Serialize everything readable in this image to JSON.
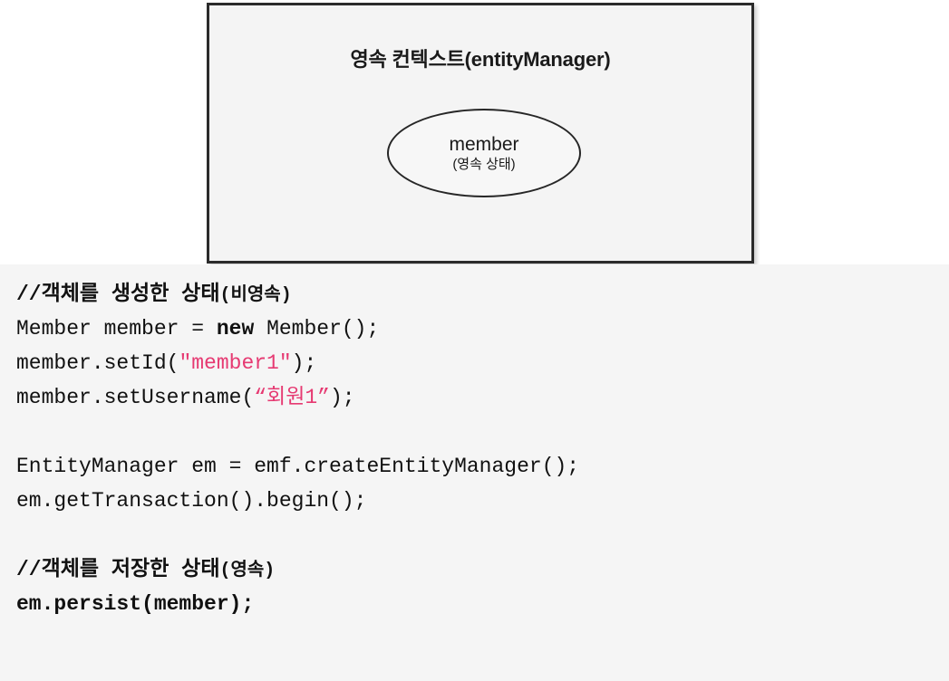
{
  "diagram": {
    "box_title": "영속 컨텍스트(entityManager)",
    "entity": {
      "name": "member",
      "state": "(영속 상태)"
    },
    "colors": {
      "box_border": "#2b2b2b",
      "box_fill": "#f4f4f4",
      "ellipse_border": "#262626"
    }
  },
  "code": {
    "background": "#f5f5f5",
    "string_color": "#e63a72",
    "lines": [
      {
        "id": "line-comment-1",
        "kind": "comment",
        "text": "//객체를 생성한 상태(비영속)",
        "segments": [
          {
            "type": "comment",
            "text": "//객체를 생성한 상태"
          },
          {
            "type": "comment-small",
            "text": "(비영속)"
          }
        ]
      },
      {
        "id": "line-new-member",
        "kind": "code",
        "text": "Member member = new Member();",
        "segments": [
          {
            "type": "plain",
            "text": "Member member = "
          },
          {
            "type": "keyword",
            "text": "new"
          },
          {
            "type": "plain",
            "text": " Member();"
          }
        ]
      },
      {
        "id": "line-set-id",
        "kind": "code",
        "text": "member.setId(\"member1\");",
        "segments": [
          {
            "type": "plain",
            "text": "member.setId("
          },
          {
            "type": "string",
            "text": "\"member1\""
          },
          {
            "type": "plain",
            "text": ");"
          }
        ]
      },
      {
        "id": "line-set-username",
        "kind": "code",
        "text": "member.setUsername(“회원1”);",
        "segments": [
          {
            "type": "plain",
            "text": "member.setUsername("
          },
          {
            "type": "string",
            "text": "“회원1”"
          },
          {
            "type": "plain",
            "text": ");"
          }
        ]
      },
      {
        "id": "line-blank-1",
        "kind": "blank",
        "text": "",
        "segments": []
      },
      {
        "id": "line-create-em",
        "kind": "code",
        "text": "EntityManager em = emf.createEntityManager();",
        "segments": [
          {
            "type": "plain",
            "text": "EntityManager em = emf.createEntityManager();"
          }
        ]
      },
      {
        "id": "line-begin-tx",
        "kind": "code",
        "text": "em.getTransaction().begin();",
        "segments": [
          {
            "type": "plain",
            "text": "em.getTransaction().begin();"
          }
        ]
      },
      {
        "id": "line-blank-2",
        "kind": "blank",
        "text": "",
        "segments": []
      },
      {
        "id": "line-comment-2",
        "kind": "comment",
        "text": "//객체를 저장한 상태(영속)",
        "segments": [
          {
            "type": "comment",
            "text": "//객체를 저장한 상태"
          },
          {
            "type": "comment-small",
            "text": "(영속)"
          }
        ]
      },
      {
        "id": "line-persist",
        "kind": "code-bold",
        "text": "em.persist(member);",
        "segments": [
          {
            "type": "plain",
            "text": "em.persist(member);"
          }
        ]
      }
    ]
  }
}
